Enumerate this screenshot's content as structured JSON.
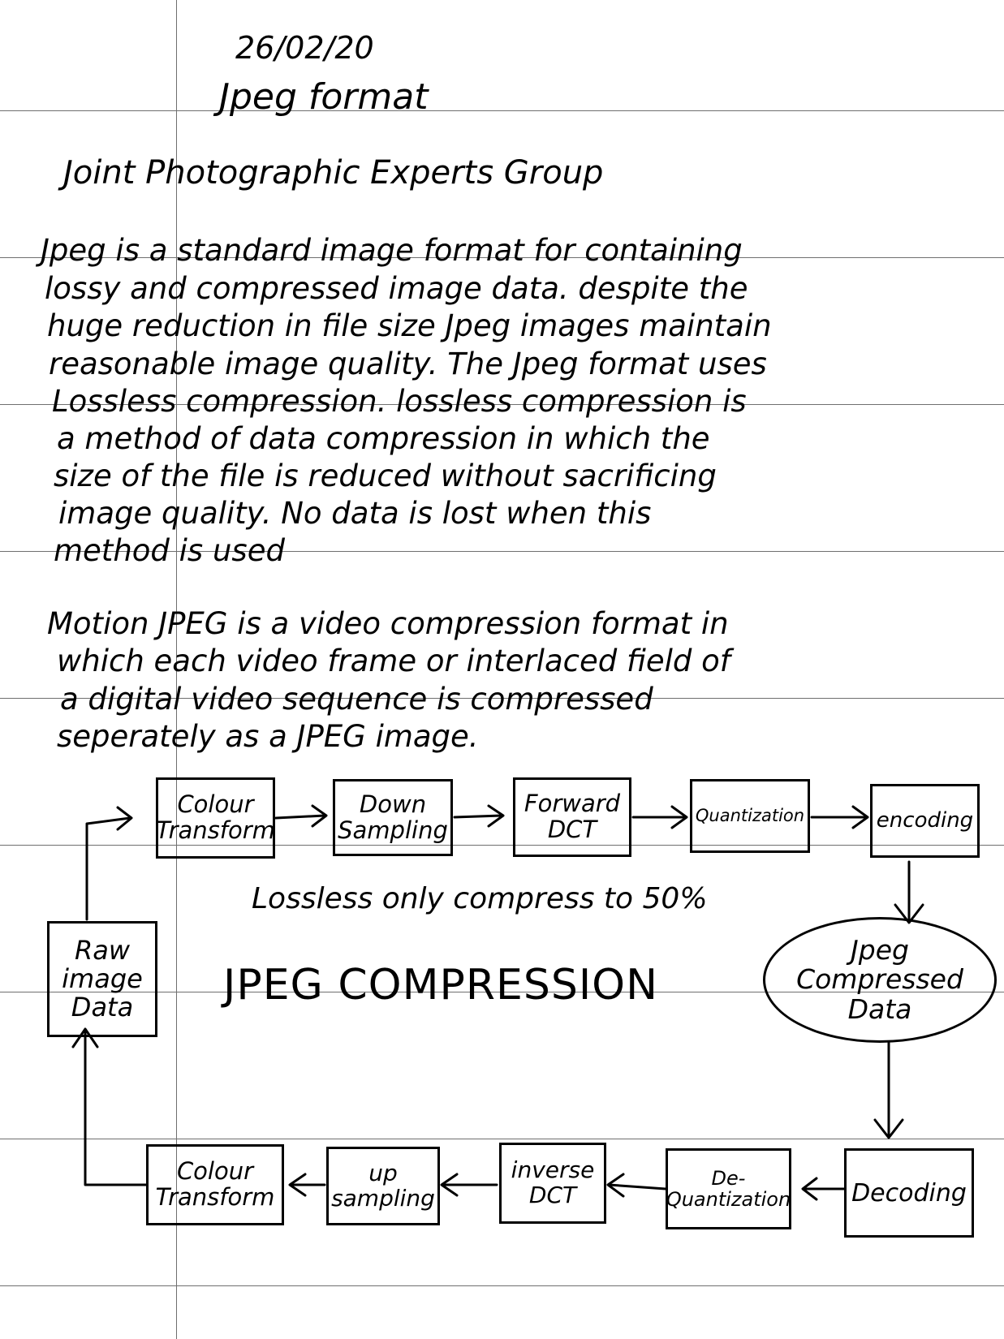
{
  "header": {
    "date": "26/02/20",
    "title": "Jpeg format"
  },
  "acronym_expansion": "Joint Photographic Experts Group",
  "paragraph1": [
    "Jpeg is a standard image format for containing",
    "lossy and compressed image data. despite the",
    "huge reduction in file size Jpeg images maintain",
    "reasonable image quality. The Jpeg format uses",
    "Lossless compression. lossless compression is",
    "a method of data compression in which the",
    "size of the file is reduced without sacrificing",
    "image quality. No data is lost when this",
    "method is used"
  ],
  "paragraph2": [
    "Motion JPEG is a video compression format in",
    "which each video frame or interlaced field of",
    "a digital video sequence is compressed",
    "seperately as a JPEG image."
  ],
  "diagram": {
    "encode_steps": [
      [
        "Colour",
        "Transform"
      ],
      [
        "Down",
        "Sampling"
      ],
      [
        "Forward",
        "DCT"
      ],
      [
        "Quantization"
      ],
      [
        "encoding"
      ]
    ],
    "decode_steps": [
      [
        "Decoding"
      ],
      [
        "De-",
        "Quantization"
      ],
      [
        "inverse",
        "DCT"
      ],
      [
        "up",
        "sampling"
      ],
      [
        "Colour",
        "Transform"
      ]
    ],
    "raw_data": [
      "Raw",
      "image",
      "Data"
    ],
    "compressed_data": [
      "Jpeg",
      "Compressed",
      "Data"
    ],
    "note": "Lossless only compress to 50%",
    "heading": "JPEG COMPRESSION"
  }
}
